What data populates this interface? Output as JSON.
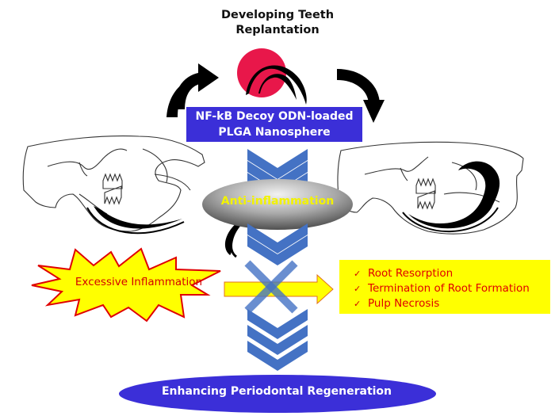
{
  "title": {
    "line1": "Developing Teeth",
    "line2": "Replantation"
  },
  "treatment": {
    "line1": "NF-kB Decoy ODN-loaded",
    "line2": "PLGA Nanosphere"
  },
  "effect": "Anti-inflammation",
  "trigger": "Excessive Inflammation",
  "outcomes": [
    {
      "icon": "check-icon",
      "label": "Root Resorption"
    },
    {
      "icon": "check-icon",
      "label": "Termination of Root Formation"
    },
    {
      "icon": "check-icon",
      "label": "Pulp Necrosis"
    }
  ],
  "result": "Enhancing Periodontal Regeneration",
  "colors": {
    "tooth_circle": "#e8174a",
    "treatment_box": "#3b2fd8",
    "chevron": "#4472c4",
    "effect_text": "#f2f200",
    "burst_fill": "#ffff00",
    "burst_stroke": "#e00000",
    "outcome_box": "#ffff00",
    "outcome_text": "#e00000",
    "result_ellipse": "#3b2fd8"
  }
}
